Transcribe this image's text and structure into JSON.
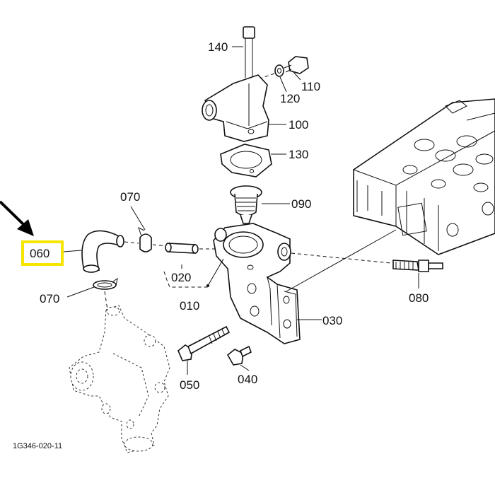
{
  "diagram": {
    "drawing_number": "1G346-020-11",
    "highlight_color": "#f5e500",
    "arrow_color": "#000000",
    "callouts": [
      {
        "id": "140"
      },
      {
        "id": "110"
      },
      {
        "id": "120"
      },
      {
        "id": "100"
      },
      {
        "id": "130"
      },
      {
        "id": "070"
      },
      {
        "id": "090"
      },
      {
        "id": "060",
        "highlighted": true
      },
      {
        "id": "020"
      },
      {
        "id": "010"
      },
      {
        "id": "070"
      },
      {
        "id": "080"
      },
      {
        "id": "030"
      },
      {
        "id": "050"
      },
      {
        "id": "040"
      }
    ]
  }
}
